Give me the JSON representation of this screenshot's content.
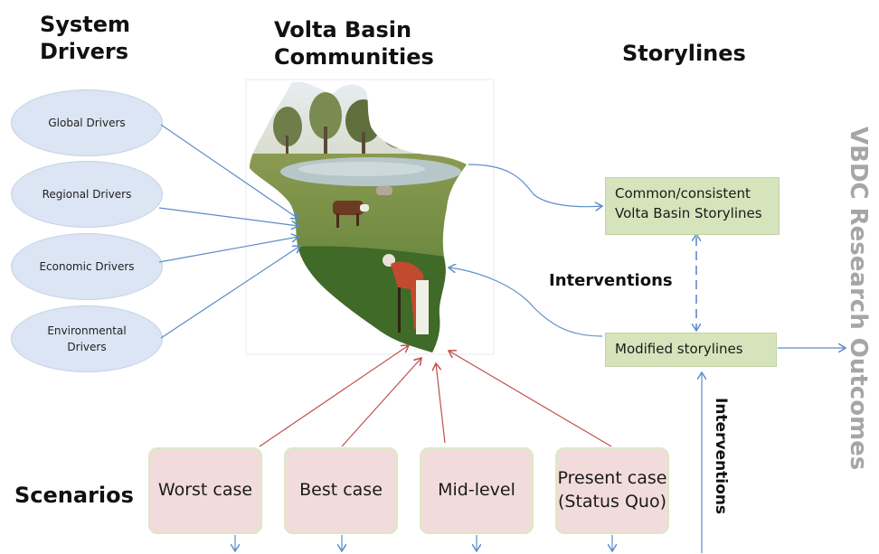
{
  "headings": {
    "system_drivers": "System\nDrivers",
    "communities": "Volta Basin\nCommunities",
    "storylines": "Storylines",
    "scenarios": "Scenarios"
  },
  "drivers": [
    "Global Drivers",
    "Regional Drivers",
    "Economic Drivers",
    "Environmental Drivers"
  ],
  "storyline_boxes": {
    "common": "Common/consistent Volta Basin Storylines",
    "modified": "Modified storylines"
  },
  "interventions_label": "Interventions",
  "interventions_vertical": "Interventions",
  "scenarios": [
    "Worst case",
    "Best case",
    "Mid-level",
    "Present case (Status Quo)"
  ],
  "outcomes_label": "VBDC Research Outcomes",
  "colors": {
    "driver_fill": "#dbe5f3",
    "storyline_fill": "#d6e4bc",
    "scenario_fill": "#f2dcdb",
    "blue_arrow": "#5b8cc8",
    "red_arrow": "#c0504d",
    "outcome_text": "#a6a6a6"
  }
}
